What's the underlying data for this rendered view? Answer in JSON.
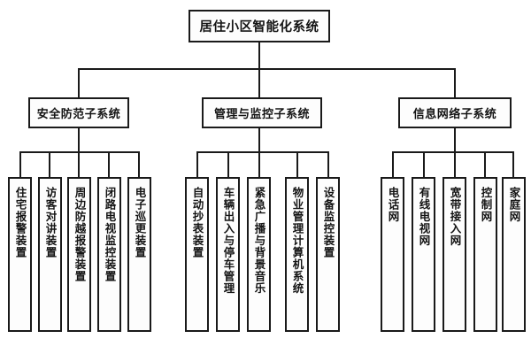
{
  "diagram": {
    "type": "organizational-tree",
    "title": "居住小区智能化系统",
    "orientation": "top-down",
    "levels": 3,
    "colors": {
      "background": "#ffffff",
      "line": "#1a1a1a",
      "box_border": "#1a1a1a",
      "box_fill": "#fdfdfd",
      "text": "#141414"
    },
    "root": {
      "label": "居住小区智能化系统"
    },
    "branches": [
      {
        "label": "安全防范子系统",
        "leaves": [
          {
            "label": "住宅报警装置"
          },
          {
            "label": "访客对讲装置"
          },
          {
            "label": "周边防越报警装置"
          },
          {
            "label": "闭路电视监控装置"
          },
          {
            "label": "电子巡更装置"
          }
        ]
      },
      {
        "label": "管理与监控子系统",
        "leaves": [
          {
            "label": "自动抄表装置"
          },
          {
            "label": "车辆出入与停车管理"
          },
          {
            "label": "紧急广播与背景音乐"
          },
          {
            "label": "物业管理计算机系统"
          },
          {
            "label": "设备监控装置"
          }
        ]
      },
      {
        "label": "信息网络子系统",
        "leaves": [
          {
            "label": "电话网"
          },
          {
            "label": "有线电视网"
          },
          {
            "label": "宽带接入网"
          },
          {
            "label": "控制网"
          },
          {
            "label": "家庭网"
          }
        ]
      }
    ]
  }
}
